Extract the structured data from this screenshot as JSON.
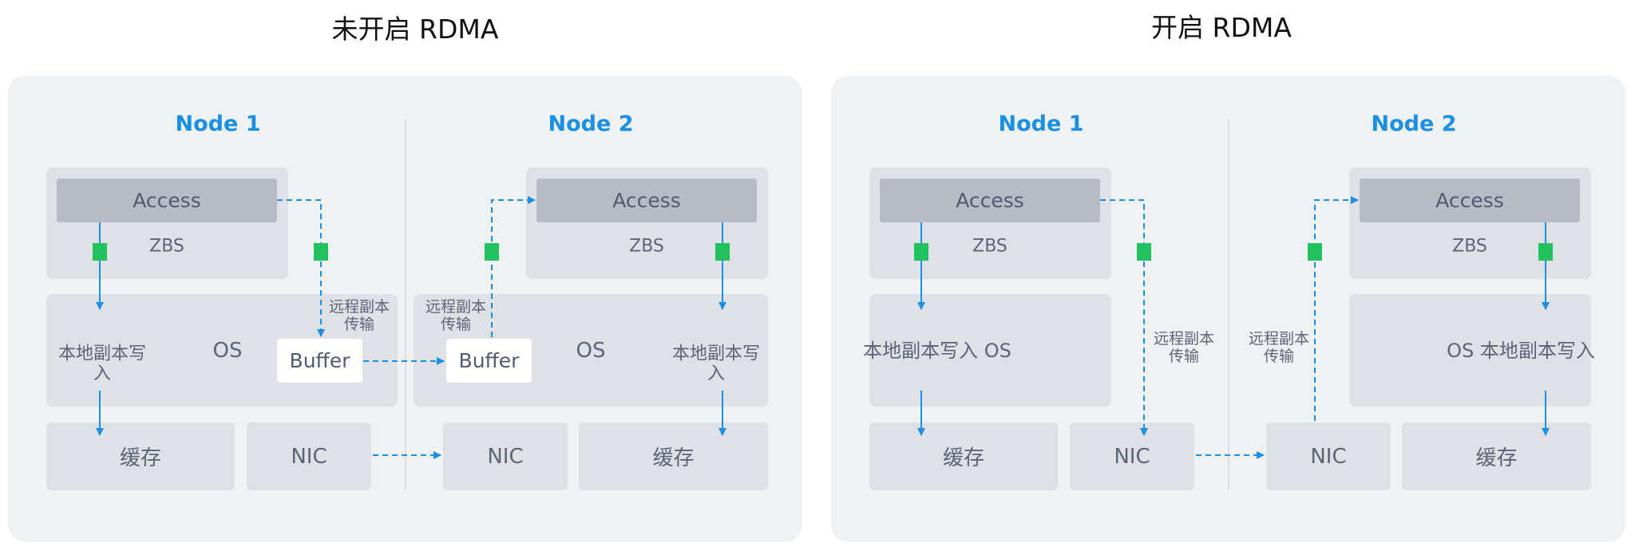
{
  "titles": {
    "left": "未开启 RDMA",
    "right": "开启 RDMA"
  },
  "labels": {
    "node1": "Node 1",
    "node2": "Node 2",
    "access": "Access",
    "zbs": "ZBS",
    "os": "OS",
    "buffer": "Buffer",
    "cache": "缓存",
    "nic": "NIC",
    "local_write_a": "本地副本写",
    "local_write_b": "入",
    "local_write_full": "本地副本写入",
    "remote_a": "远程副本",
    "remote_b": "传输"
  },
  "colors": {
    "accent": "#1a8fe6",
    "marker": "#22c15e",
    "arrow": "#1a8fe6"
  }
}
